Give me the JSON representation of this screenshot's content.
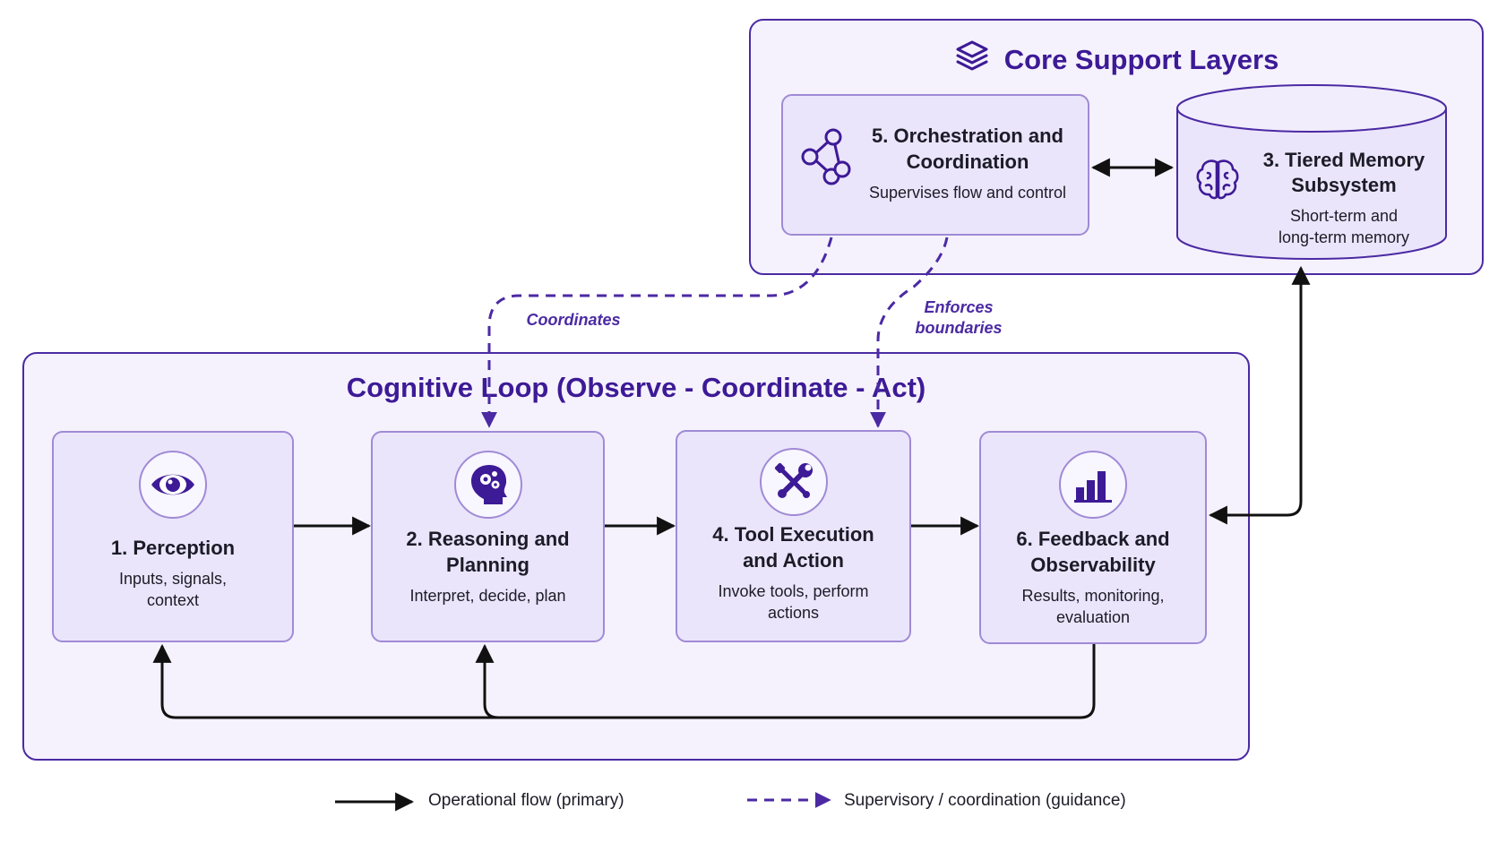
{
  "core_support": {
    "title": "Core Support Layers",
    "orchestration": {
      "title_line1": "5. Orchestration and",
      "title_line2": "Coordination",
      "subtitle": "Supervises flow and control"
    },
    "memory": {
      "title_line1": "3. Tiered Memory",
      "title_line2": "Subsystem",
      "subtitle_line1": "Short-term and",
      "subtitle_line2": "long-term memory"
    }
  },
  "cognitive_loop": {
    "title": "Cognitive Loop (Observe - Coordinate - Act)",
    "perception": {
      "title": "1. Perception",
      "subtitle_line1": "Inputs, signals,",
      "subtitle_line2": "context"
    },
    "reasoning": {
      "title_line1": "2. Reasoning and",
      "title_line2": "Planning",
      "subtitle": "Interpret, decide, plan"
    },
    "tool_execution": {
      "title_line1": "4. Tool Execution",
      "title_line2": "and Action",
      "subtitle_line1": "Invoke tools, perform",
      "subtitle_line2": "actions"
    },
    "feedback": {
      "title_line1": "6. Feedback and",
      "title_line2": "Observability",
      "subtitle_line1": "Results, monitoring,",
      "subtitle_line2": "evaluation"
    }
  },
  "edge_labels": {
    "coordinates": "Coordinates",
    "enforces_line1": "Enforces",
    "enforces_line2": "boundaries"
  },
  "legend": {
    "solid": "Operational flow (primary)",
    "dashed": "Supervisory / coordination (guidance)"
  },
  "icons": {
    "core": "layers-icon",
    "orchestration": "network-nodes-icon",
    "memory": "brain-icon",
    "perception": "eye-icon",
    "reasoning": "head-gears-icon",
    "tool_execution": "wrench-screwdriver-icon",
    "feedback": "bar-chart-icon"
  },
  "colors": {
    "accent": "#3d1a96",
    "border": "#4b2aa3",
    "card_fill": "#ebe5fb",
    "group_fill": "#f5f2fd",
    "arrow": "#111111"
  }
}
